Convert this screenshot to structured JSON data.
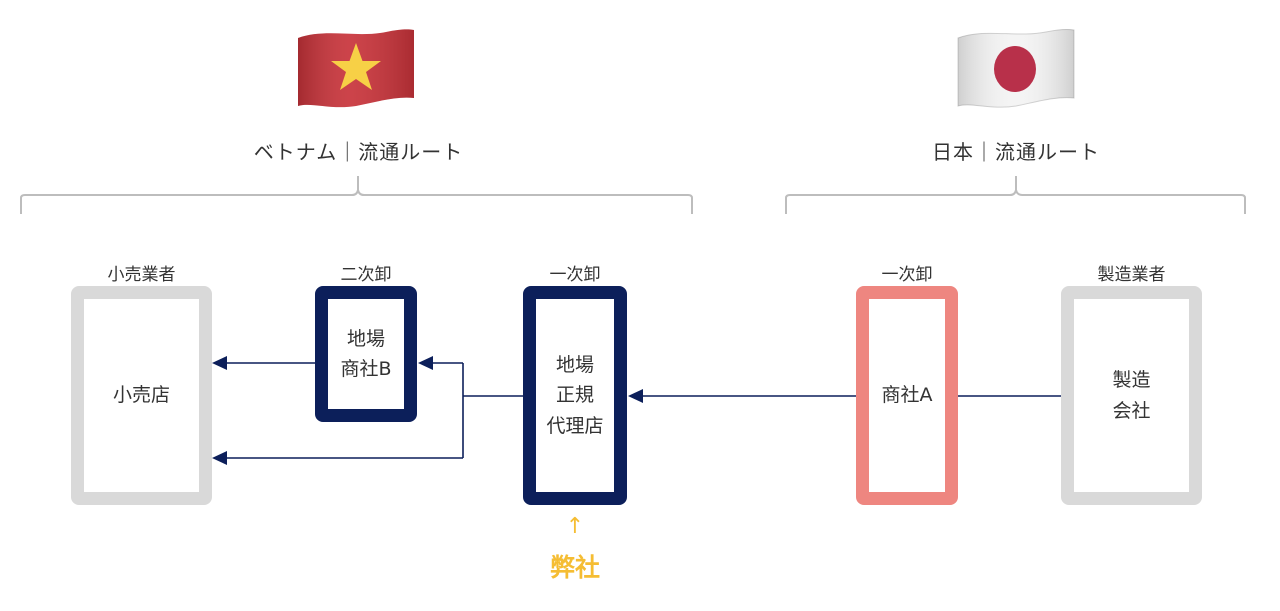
{
  "regions": {
    "vietnam": {
      "flag_icon": "vietnam-flag-icon",
      "title": "ベトナム｜流通ルート"
    },
    "japan": {
      "flag_icon": "japan-flag-icon",
      "title": "日本｜流通ルート"
    }
  },
  "nodes": {
    "retailer": {
      "tier": "小売業者",
      "name": "小売店",
      "style": "gray"
    },
    "secondary": {
      "tier": "二次卸",
      "name": "地場\n商社B",
      "style": "navy"
    },
    "primary_vn": {
      "tier": "一次卸",
      "name": "地場\n正規\n代理店",
      "style": "navy"
    },
    "primary_jp": {
      "tier": "一次卸",
      "name": "商社A",
      "style": "salmon"
    },
    "manufacturer": {
      "tier": "製造業者",
      "name": "製造\n会社",
      "style": "gray"
    }
  },
  "flows": [
    {
      "from": "manufacturer",
      "to": "primary_jp",
      "arrow": false
    },
    {
      "from": "primary_jp",
      "to": "primary_vn",
      "arrow": true
    },
    {
      "from": "primary_vn",
      "to": "secondary",
      "arrow": true
    },
    {
      "from": "primary_vn",
      "to": "retailer",
      "arrow": true
    },
    {
      "from": "secondary",
      "to": "retailer",
      "arrow": true
    }
  ],
  "our_company": {
    "arrow": "↑",
    "label": "弊社",
    "points_to": "primary_vn"
  },
  "colors": {
    "navy": "#0c1f5a",
    "salmon": "#ee8680",
    "gray": "#d9d9d9",
    "highlight": "#f5bd33",
    "bracket": "#bdbdbd"
  }
}
